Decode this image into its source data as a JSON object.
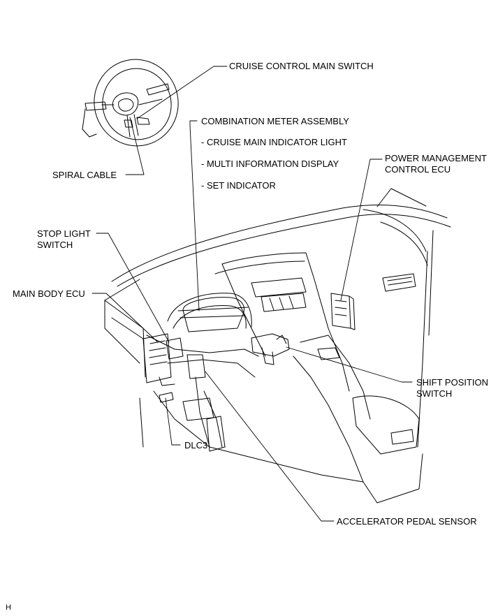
{
  "labels": {
    "cruise_main_switch": "CRUISE CONTROL MAIN SWITCH",
    "combination_meter": "COMBINATION METER ASSEMBLY",
    "cruise_main_indicator": "- CRUISE MAIN INDICATOR LIGHT",
    "multi_info_display": "- MULTI INFORMATION DISPLAY",
    "set_indicator": "- SET INDICATOR",
    "power_mgmt_line1": "POWER MANAGEMENT",
    "power_mgmt_line2": "CONTROL ECU",
    "spiral_cable": "SPIRAL CABLE",
    "stop_light_line1": "STOP LIGHT",
    "stop_light_line2": "SWITCH",
    "main_body_ecu": "MAIN BODY ECU",
    "shift_position_line1": "SHIFT POSITION",
    "shift_position_line2": "SWITCH",
    "dlc3": "DLC3",
    "accelerator_pedal": "ACCELERATOR PEDAL SENSOR"
  },
  "footer": {
    "code": "H"
  }
}
